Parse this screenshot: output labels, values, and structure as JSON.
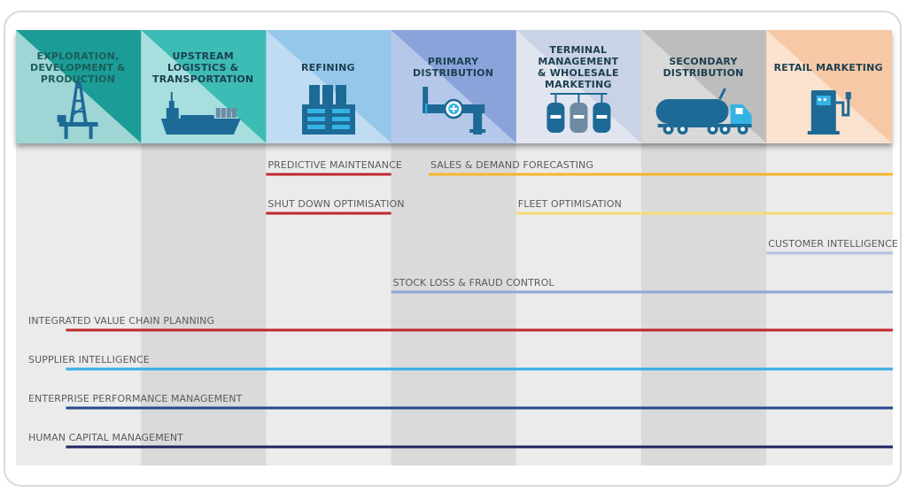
{
  "stages": [
    {
      "key": "exploration",
      "label": "EXPLORATION,\nDEVELOPMENT &\nPRODUCTION",
      "icon": "oil-rig-icon",
      "bg": "#9dd6d4",
      "accent": "#1e9c96",
      "text_color": "#1a5e5a"
    },
    {
      "key": "upstream",
      "label": "UPSTREAM\nLOGISTICS &\nTRANSPORTATION",
      "icon": "cargo-ship-icon",
      "bg": "#a7dfde",
      "accent": "#3dbbb5",
      "text_color": "#1c3f4f"
    },
    {
      "key": "refining",
      "label": "REFINING",
      "icon": "refinery-icon",
      "bg": "#bfdcf2",
      "accent": "#94c7ea",
      "text_color": "#1c3f4f"
    },
    {
      "key": "primary",
      "label": "PRIMARY\nDISTRIBUTION",
      "icon": "pipeline-icon",
      "bg": "#b6c8ea",
      "accent": "#8aa4db",
      "text_color": "#1c3f4f"
    },
    {
      "key": "terminal",
      "label": "TERMINAL\nMANAGEMENT\n& WHOLESALE\nMARKETING",
      "icon": "storage-tanks-icon",
      "bg": "#e0e5f0",
      "accent": "#c9d2e6",
      "text_color": "#1c3f4f"
    },
    {
      "key": "secondary",
      "label": "SECONDARY\nDISTRIBUTION",
      "icon": "tanker-truck-icon",
      "bg": "#d9d9d9",
      "accent": "#bdbdbd",
      "text_color": "#1c3f4f"
    },
    {
      "key": "retail",
      "label": "RETAIL MARKETING",
      "icon": "fuel-pump-icon",
      "bg": "#fbe2cf",
      "accent": "#f7c8a5",
      "text_color": "#1c3f4f"
    }
  ],
  "icon_color": "#1e6a96",
  "icon_accent": "#35b4e4",
  "column_shades": [
    "#ebebec",
    "#dadadb"
  ],
  "capabilities": [
    {
      "label": "PREDICTIVE MAINTENANCE",
      "start": 2,
      "end": 3,
      "color": "#c0282d"
    },
    {
      "label": "SALES & DEMAND FORECASTING",
      "start": 3.3,
      "end": 7,
      "color": "#f4b72d"
    },
    {
      "label": "SHUT DOWN OPTIMISATION",
      "start": 2,
      "end": 3,
      "color": "#c0282d"
    },
    {
      "label": "FLEET OPTIMISATION",
      "start": 4,
      "end": 7,
      "color": "#fad977"
    },
    {
      "label": "CUSTOMER INTELLIGENCE",
      "start": 6,
      "end": 7,
      "color": "#b3c2e4"
    },
    {
      "label": "STOCK LOSS & FRAUD CONTROL",
      "start": 3,
      "end": 7,
      "color": "#8fa6d6"
    },
    {
      "label": "INTEGRATED VALUE CHAIN PLANNING",
      "start": 0.4,
      "end": 7,
      "color": "#c0282d"
    },
    {
      "label": "SUPPLIER INTELLIGENCE",
      "start": 0.4,
      "end": 7,
      "color": "#35ade2"
    },
    {
      "label": "ENTERPRISE PERFORMANCE MANAGEMENT",
      "start": 0.4,
      "end": 7,
      "color": "#254a8c"
    },
    {
      "label": "HUMAN CAPITAL MANAGEMENT",
      "start": 0.4,
      "end": 7,
      "color": "#1f2460"
    }
  ]
}
